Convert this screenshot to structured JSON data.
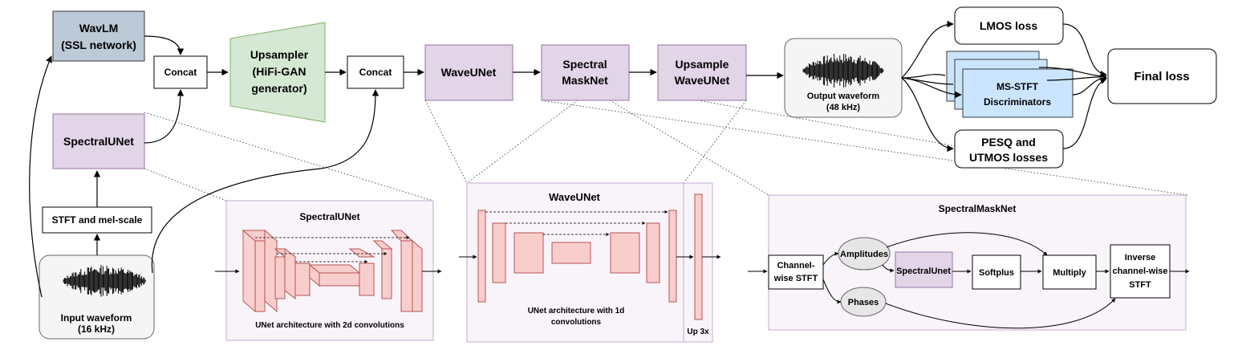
{
  "colors": {
    "wavlm_fill": "#bcc9d6",
    "purple_fill": "#e1d5e7",
    "purple_stroke": "#9673a6",
    "green_fill": "#d5e8d4",
    "green_stroke": "#82b366",
    "blue_fill": "#cce5ff",
    "blue_stroke": "#36393d",
    "panel_fill": "#f8f4fa",
    "panel_stroke": "#c3abd0",
    "block_fill": "#f8cecc",
    "block_stroke": "#b85450",
    "grey_fill": "#f5f5f5",
    "ellipse_fill": "#e6e6e6"
  },
  "nodes": {
    "wavlm": [
      "WavLM",
      "(SSL network)"
    ],
    "concat1": "Concat",
    "upsampler": [
      "Upsampler",
      "(HiFi-GAN",
      "generator)"
    ],
    "concat2": "Concat",
    "waveunet": "WaveUNet",
    "spectral_masknet": [
      "Spectral",
      "MaskNet"
    ],
    "upsample_waveunet": [
      "Upsample",
      "WaveUNet"
    ],
    "output_waveform": [
      "Output waveform",
      "(48 kHz)"
    ],
    "lmos_loss": "LMOS loss",
    "msstft": [
      "MS-STFT",
      "Discriminators"
    ],
    "pesq_utmos": [
      "PESQ and",
      "UTMOS losses"
    ],
    "final_loss": "Final loss",
    "spectralunet": "SpectralUNet",
    "stft_mel": "STFT and mel-scale",
    "input_waveform": [
      "Input waveform",
      "(16 kHz)"
    ]
  },
  "panels": {
    "spectralunet": {
      "title": "SpectralUNet",
      "caption": "UNet architecture with 2d convolutions"
    },
    "waveunet": {
      "title": "WaveUNet",
      "caption": [
        "UNet architecture with 1d",
        "convolutions"
      ],
      "upsample": "Up 3x"
    },
    "spectralmasknet": {
      "title": "SpectralMaskNet",
      "channel_stft": [
        "Channel-",
        "wise STFT"
      ],
      "amplitudes": "Amplitudes",
      "phases": "Phases",
      "spectralunet": "SpectralUnet",
      "softplus": "Softplus",
      "multiply": "Multiply",
      "inverse_stft": [
        "Inverse",
        "channel-wise",
        "STFT"
      ]
    }
  }
}
